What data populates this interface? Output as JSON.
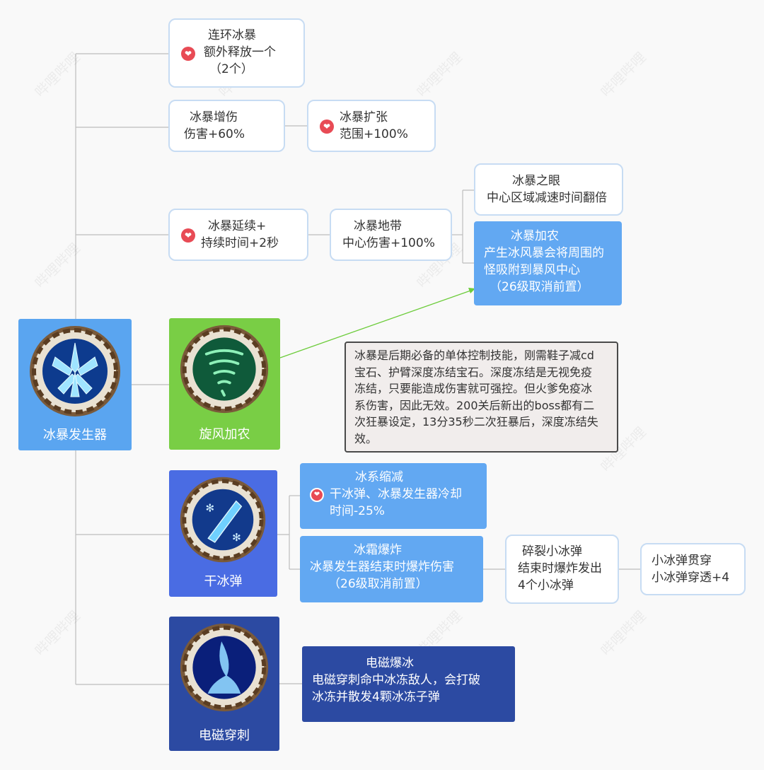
{
  "skills": {
    "ice_generator": {
      "name": "冰暴发生器",
      "color": "#5aa5f0"
    },
    "whirlwind": {
      "name": "旋风加农",
      "color": "#79ce45"
    },
    "dry_ice": {
      "name": "干冰弹",
      "color": "#4a6ce3"
    },
    "em_pierce": {
      "name": "电磁穿刺",
      "color": "#2c4aa2"
    }
  },
  "nodes": {
    "chain": {
      "lines": [
        "连环冰暴",
        "额外释放一个",
        "（2个）"
      ]
    },
    "dmg_boost": {
      "lines": [
        "冰暴增伤",
        "伤害+60%"
      ]
    },
    "expand": {
      "lines": [
        "冰暴扩张",
        "范围+100%"
      ]
    },
    "extend": {
      "lines": [
        "冰暴延续+",
        "持续时间+2秒"
      ]
    },
    "zone": {
      "lines": [
        "冰暴地带",
        "中心伤害+100%"
      ]
    },
    "eye": {
      "lines": [
        "冰暴之眼",
        "中心区域减速时间翻倍"
      ]
    },
    "cannon": {
      "lines": [
        "冰暴加农",
        "产生冰风暴会将周围的",
        "怪吸附到暴风中心",
        "（26级取消前置）"
      ]
    },
    "reduce": {
      "lines": [
        "冰系缩减",
        "干冰弹、冰暴发生器冷却",
        "时间-25%"
      ]
    },
    "frost": {
      "lines": [
        "冰霜爆炸",
        "冰暴发生器结束时爆炸伤害",
        "（26级取消前置）"
      ]
    },
    "shatter": {
      "lines": [
        "碎裂小冰弹",
        "结束时爆炸发出",
        "4个小冰弹"
      ]
    },
    "pierce_small": {
      "lines": [
        "小冰弹贯穿",
        "小冰弹穿透+4"
      ]
    },
    "em_burst": {
      "lines": [
        "电磁爆冰",
        "电磁穿刺命中冰冻敌人，会打破",
        "冰冻并散发4颗冰冻子弹"
      ]
    }
  },
  "note": {
    "lines": [
      "冰暴是后期必备的单体控制技能，刚需鞋子减cd",
      "宝石、护臂深度冻结宝石。深度冻结是无视免疫",
      "冻结，只要能造成伤害就可强控。但火爹免疫冰",
      "系伤害，因此无效。200关后新出的boss都有二",
      "次狂暴设定，13分35秒二次狂暴后，深度冻结失",
      "效。"
    ]
  },
  "icons": {
    "heart": "heart-icon"
  }
}
